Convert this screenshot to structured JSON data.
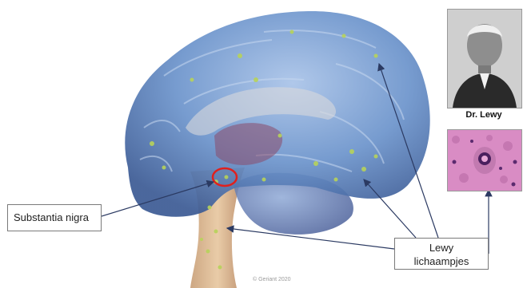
{
  "labels": {
    "substantia_nigra": "Substantia nigra",
    "lewy_line1": "Lewy",
    "lewy_line2": "lichaampjes",
    "portrait_caption": "Dr. Lewy",
    "credit": "© Geriant 2020"
  },
  "colors": {
    "brain_blue": "#5d87c0",
    "brain_dark": "#3b5a94",
    "lewy_body_green": "#b7d35a",
    "highlight_circle": "#e0201d",
    "arrow": "#2b3a62",
    "tissue_pink": "#d98cc4"
  },
  "icons": [
    "brain-illustration",
    "portrait-photo",
    "histology-micrograph"
  ]
}
